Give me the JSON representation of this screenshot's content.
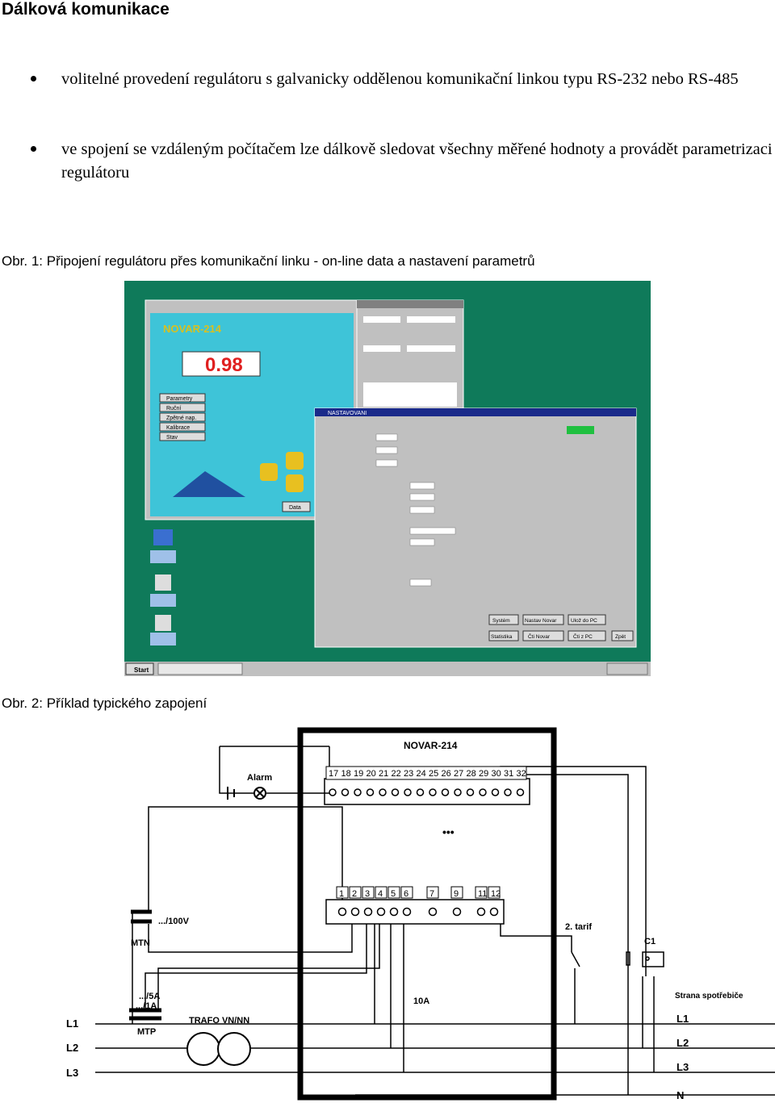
{
  "heading": "Dálková komunikace",
  "bullets": [
    "volitelné provedení regulátoru s galvanicky oddělenou komunikační linkou typu RS-232 nebo RS-485",
    "ve spojení se vzdáleným počítačem lze dálkově sledovat všechny měřené hodnoty a provádět parametrizaci regulátoru"
  ],
  "caption1": "Obr. 1: Připojení regulátoru přes komunikační linku - on-line data a nastavení parametrů",
  "caption2": "Obr. 2: Příklad typického zapojení",
  "screenshot": {
    "display_value": "0.98",
    "brand": "NOVAR-214",
    "settings_title": "NASTAVOVANI",
    "taskbar_start": "Start",
    "buttons": [
      "Parametry",
      "Ruční",
      "Zpětné nap.",
      "Kalibrace",
      "Stav",
      "Data"
    ],
    "settings_buttons": [
      "Systém",
      "Nastav Novar",
      "Ulož do PC",
      "Statistika",
      "Čti Novar",
      "Čti z PC",
      "Zpět"
    ]
  },
  "diagram": {
    "device": "NOVAR-214",
    "alarm": "Alarm",
    "top_terminals": [
      "17",
      "18",
      "19",
      "20",
      "21",
      "22",
      "23",
      "24",
      "25",
      "26",
      "27",
      "28",
      "29",
      "30",
      "31",
      "32"
    ],
    "bottom_terminals": [
      "1",
      "2",
      "3",
      "4",
      "5",
      "6",
      "7",
      "9",
      "11",
      "12"
    ],
    "mtn": "MTN",
    "mtn_ratio": ".../100V",
    "mtp": "MTP",
    "mtp_ratio_1": ".../5A",
    "mtp_ratio_2": ".../1A",
    "trafo": "TRAFO VN/NN",
    "tarif": "2. tarif",
    "fuse": "10A",
    "c1": "C1",
    "consumer_side": "Strana spotřebiče",
    "phases_left": [
      "L1",
      "L2",
      "L3"
    ],
    "phases_right": [
      "L1",
      "L2",
      "L3",
      "N"
    ],
    "ellipsis": "•••"
  }
}
